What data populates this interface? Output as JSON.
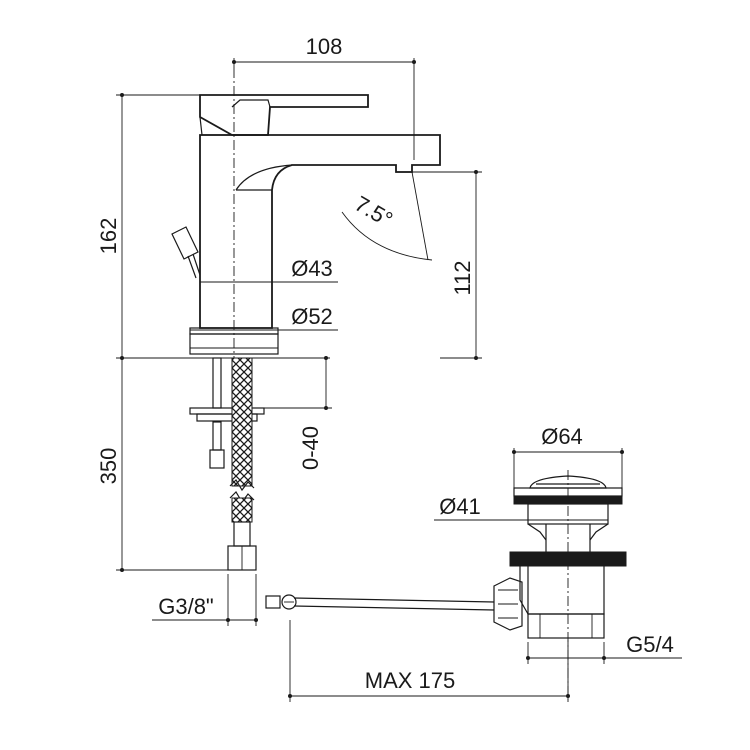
{
  "dimensions": {
    "width_108": "108",
    "height_162": "162",
    "angle": "7.5°",
    "dia_43": "Ø43",
    "dia_52": "Ø52",
    "height_112": "112",
    "range_0_40": "0-40",
    "length_350": "350",
    "thread_g38": "G3/8\"",
    "dia_64": "Ø64",
    "dia_41": "Ø41",
    "thread_g54": "G5/4",
    "max_175": "MAX 175"
  },
  "colors": {
    "line": "#1a1a1a",
    "background": "#ffffff"
  }
}
